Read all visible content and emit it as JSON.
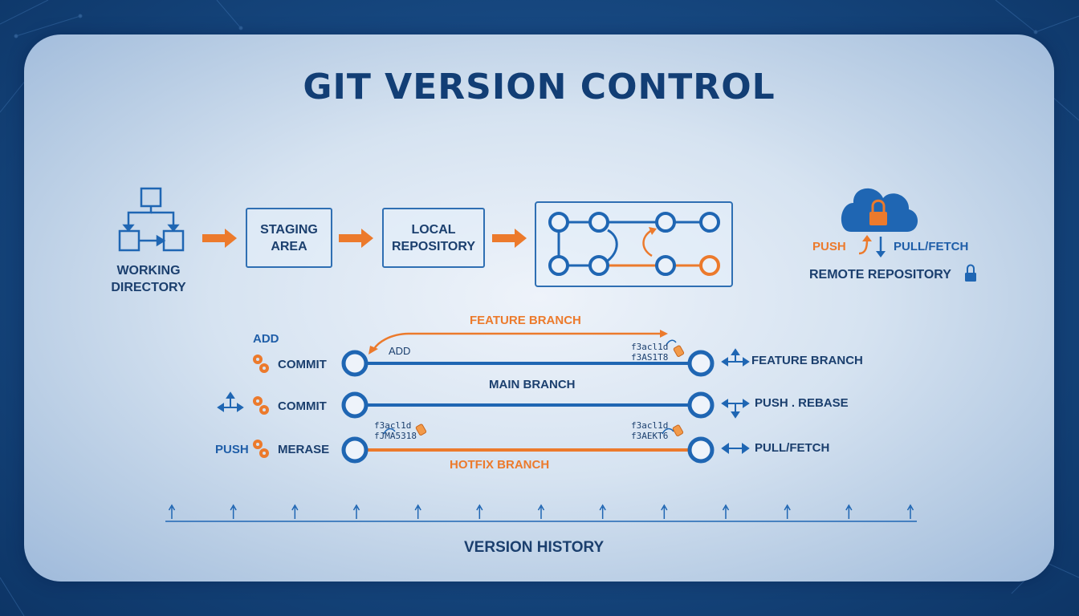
{
  "title": "GIT VERSION CONTROL",
  "workflow": {
    "working_directory": [
      "WORKING",
      "DIRECTORY"
    ],
    "staging_area": [
      "STAGING",
      "AREA"
    ],
    "local_repository": [
      "LOCAL",
      "REPOSITORY"
    ]
  },
  "remote": {
    "push": "PUSH",
    "pull_fetch": "PULL/FETCH",
    "label": "REMOTE REPOSITORY"
  },
  "branches": {
    "feature_branch_top": "FEATURE BRANCH",
    "main_branch": "MAIN BRANCH",
    "hotfix_branch": "HOTFIX BRANCH",
    "add_inner": "ADD",
    "hash_feature_right": [
      "f3acl1d",
      "f3AS1T8"
    ],
    "hash_hotfix_left": [
      "f3acl1d",
      "fJMA5318"
    ],
    "hash_hotfix_right": [
      "f3acl1d",
      "f3AEKT6"
    ]
  },
  "left_actions": {
    "add": "ADD",
    "commit_1": "COMMIT",
    "commit_2": "COMMIT",
    "push": "PUSH",
    "merase": "MERASE"
  },
  "right_actions": {
    "feature_branch": "FEATURE BRANCH",
    "push_rebase": "PUSH . REBASE",
    "pull_fetch": "PULL/FETCH"
  },
  "timeline": {
    "label": "VERSION HISTORY",
    "tick_count": 13
  },
  "colors": {
    "primary_blue": "#1f66b3",
    "navy": "#123e75",
    "orange": "#ec7a2c"
  }
}
